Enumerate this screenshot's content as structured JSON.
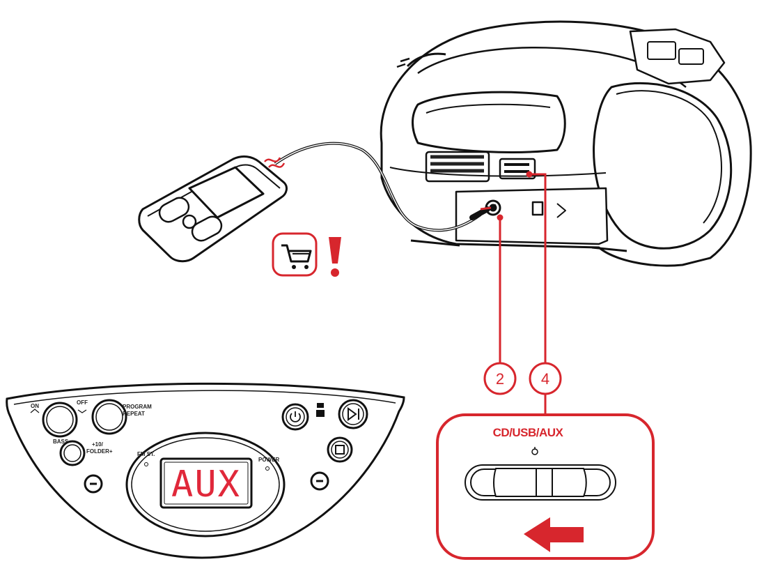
{
  "colors": {
    "accent_red": "#d7262d",
    "outline": "#111111",
    "lcd_text": "#e0283a"
  },
  "steps": {
    "step_a": "2",
    "step_b": "4"
  },
  "selector": {
    "label": "CD/USB/AUX",
    "arrow": "left-arrow-icon"
  },
  "panel": {
    "display_text": "AUX",
    "btn_on": "ON",
    "btn_off": "OFF",
    "bass_label": "BASS",
    "program_label": "PROGRAM",
    "repeat_label": "REPEAT",
    "folder_label_1": "+10/",
    "folder_label_2": "FOLDER+",
    "fm_st_label": "FM ST.",
    "power_label": "POWER"
  },
  "warning": {
    "icons": [
      "shopping-cart-icon",
      "exclamation-icon"
    ]
  }
}
